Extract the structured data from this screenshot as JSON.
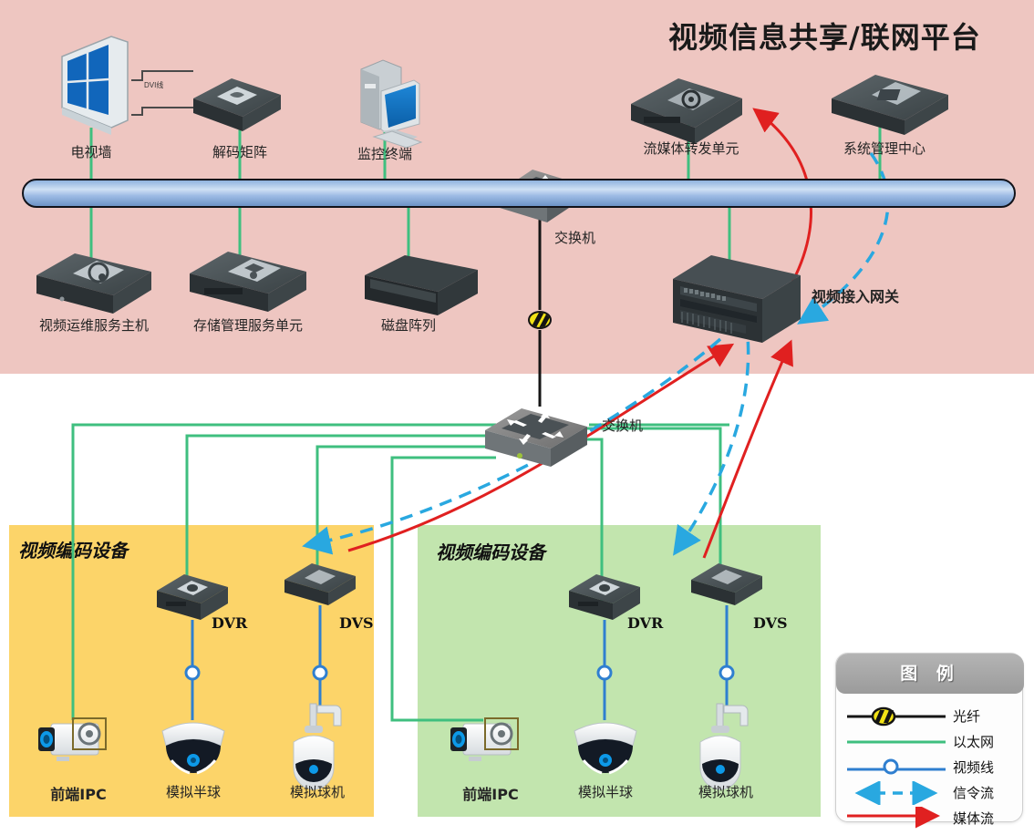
{
  "title": "视频信息共享/联网平台",
  "regions": {
    "platform": {
      "name": "视频信息共享/联网平台",
      "color": "#eec6c1"
    },
    "encoder_left": {
      "label": "视频编码设备",
      "color": "#fcd469"
    },
    "encoder_right": {
      "label": "视频编码设备",
      "color": "#c2e5ae"
    }
  },
  "platform_devices": {
    "top_row": [
      {
        "label": "电视墙",
        "icon": "tv-wall-icon"
      },
      {
        "label": "解码矩阵",
        "icon": "decoder-matrix-icon"
      },
      {
        "label": "监控终端",
        "icon": "monitor-terminal-icon"
      },
      {
        "label": "流媒体转发单元",
        "icon": "streaming-server-icon"
      },
      {
        "label": "系统管理中心",
        "icon": "management-center-icon"
      }
    ],
    "bottom_row": [
      {
        "label": "视频运维服务主机",
        "icon": "ops-server-icon"
      },
      {
        "label": "存储管理服务单元",
        "icon": "storage-server-icon"
      },
      {
        "label": "磁盘阵列",
        "icon": "disk-array-icon"
      }
    ],
    "switch": {
      "label": "交换机",
      "icon": "switch-icon"
    },
    "gateway": {
      "label": "视频接入网关",
      "icon": "gateway-icon"
    },
    "cable_tag": "DVI线"
  },
  "access_layer": {
    "switch": {
      "label": "交换机",
      "icon": "switch-icon"
    }
  },
  "encoder_left_devices": {
    "encoders": [
      {
        "label": "DVR",
        "icon": "dvr-icon"
      },
      {
        "label": "DVS",
        "icon": "dvs-icon"
      }
    ],
    "cameras": [
      {
        "label": "前端IPC",
        "icon": "ip-camera-icon"
      },
      {
        "label": "模拟半球",
        "icon": "dome-camera-icon"
      },
      {
        "label": "模拟球机",
        "icon": "ptz-camera-icon"
      }
    ]
  },
  "encoder_right_devices": {
    "encoders": [
      {
        "label": "DVR",
        "icon": "dvr-icon"
      },
      {
        "label": "DVS",
        "icon": "dvs-icon"
      }
    ],
    "cameras": [
      {
        "label": "前端IPC",
        "icon": "ip-camera-icon"
      },
      {
        "label": "模拟半球",
        "icon": "dome-camera-icon"
      },
      {
        "label": "模拟球机",
        "icon": "ptz-camera-icon"
      }
    ]
  },
  "legend": {
    "title": "图 例",
    "items": [
      {
        "label": "光纤",
        "style": "solid-black-with-node",
        "color": "#151515"
      },
      {
        "label": "以太网",
        "style": "solid",
        "color": "#3fbf7f"
      },
      {
        "label": "视频线",
        "style": "solid-with-node",
        "color": "#2f7fd0"
      },
      {
        "label": "信令流",
        "style": "dashed-double-arrow",
        "color": "#29a8e0"
      },
      {
        "label": "媒体流",
        "style": "solid-arrow",
        "color": "#e02020"
      }
    ]
  },
  "colors": {
    "platform_bg": "#eec6c1",
    "encoder_left_bg": "#fcd469",
    "encoder_right_bg": "#c2e5ae",
    "ethernet": "#3fbf7f",
    "fiber": "#151515",
    "video": "#2f7fd0",
    "signaling": "#29a8e0",
    "media": "#e02020",
    "bus": "#8fb2de"
  }
}
